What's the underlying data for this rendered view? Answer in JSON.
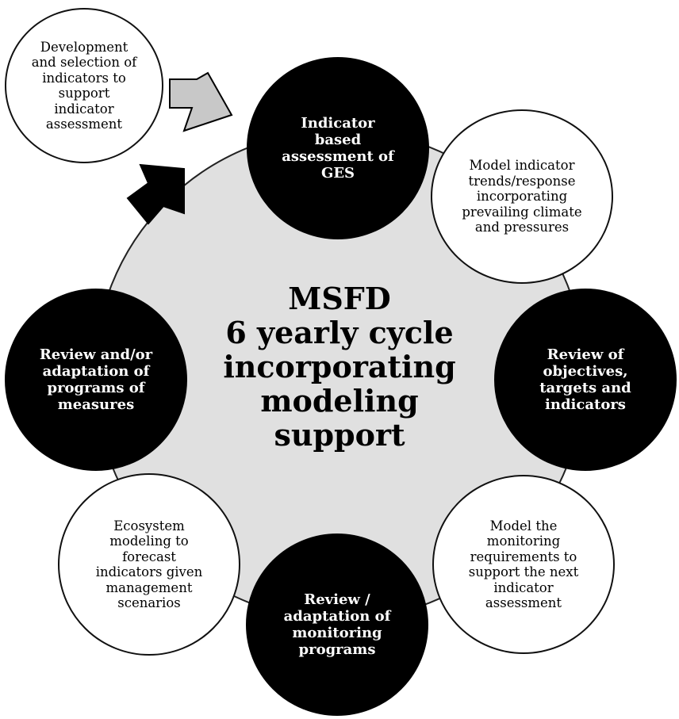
{
  "diagram": {
    "center_title": [
      "MSFD",
      "6 yearly cycle",
      "incorporating",
      "modeling",
      "support"
    ],
    "start_node": "Development and selection of indicators to support indicator assessment",
    "nodes": [
      {
        "label": "Indicator based assessment of GES",
        "style": "dark"
      },
      {
        "label": "Model indicator trends/response incorporating prevailing climate and pressures",
        "style": "light"
      },
      {
        "label": "Review of objectives, targets and indicators",
        "style": "dark"
      },
      {
        "label": "Model the monitoring requirements to support the next indicator assessment",
        "style": "light"
      },
      {
        "label": "Review / adaptation of monitoring programs",
        "style": "dark"
      },
      {
        "label": "Ecosystem modeling to forecast indicators given management scenarios",
        "style": "light"
      },
      {
        "label": "Review and/or adaptation of programs of measures",
        "style": "dark"
      }
    ],
    "colors": {
      "dark_node": "#000000",
      "light_node": "#ffffff",
      "cycle_fill": "#e0e0e0",
      "gray_arrow": "#c8c8c8"
    },
    "icons": [
      "gray-block-arrow-icon",
      "black-block-arrow-icon"
    ]
  }
}
